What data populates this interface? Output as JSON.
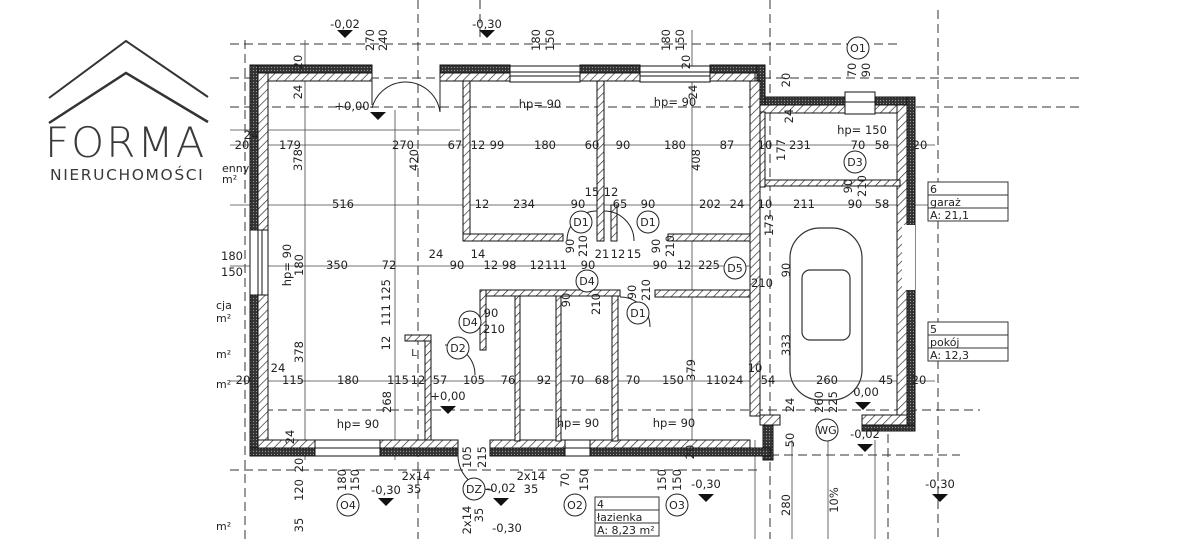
{
  "logo": {
    "brand": "FORMA",
    "subtitle": "NIERUCHOMOŚCI"
  },
  "plan": {
    "labels": [
      "20",
      "24",
      "179",
      "270",
      "67",
      "12",
      "99",
      "180",
      "60",
      "90",
      "180",
      "87",
      "10",
      "231",
      "70",
      "58",
      "20",
      "hp= 90",
      "hp= 90",
      "hp= 150",
      "20",
      "24",
      "270",
      "240",
      "180",
      "150",
      "180",
      "150",
      "20",
      "24",
      "70",
      "90",
      "20",
      "24",
      "177",
      "378",
      "420",
      "516",
      "234",
      "90",
      "15",
      "12",
      "65",
      "90",
      "202",
      "24",
      "10",
      "211",
      "90",
      "58",
      "12",
      "408",
      "173",
      "90",
      "210",
      "180",
      "150",
      "hp= 90",
      "180",
      "350",
      "72",
      "24",
      "90",
      "14",
      "12 98",
      "12",
      "111",
      "90",
      "21",
      "12",
      "15",
      "90",
      "12",
      "225",
      "210",
      "90",
      "210",
      "90",
      "210",
      "125",
      "90",
      "90",
      "210",
      "90",
      "210",
      "90",
      "210",
      "111",
      "12",
      "379",
      "333",
      "20",
      "24",
      "115",
      "180",
      "115",
      "12",
      "57",
      "105",
      "76",
      "92",
      "70",
      "68",
      "70",
      "150",
      "110",
      "24",
      "10",
      "54",
      "260",
      "45",
      "20",
      "378",
      "+0,00",
      "+0,00",
      "0,00",
      "-0,02",
      "-0,30",
      "-0,02",
      "-0,30",
      "-0,30",
      "-0,30",
      "-0,02",
      "-0,30",
      "268",
      "260",
      "225",
      "24",
      "24",
      "50",
      "hp= 90",
      "hp= 90",
      "hp= 90",
      "180",
      "150",
      "20",
      "120",
      "35",
      "2x14",
      "35",
      "105",
      "215",
      "2x14",
      "35",
      "2x14",
      "35",
      "150",
      "150",
      "150",
      "20",
      "70",
      "280",
      "10%"
    ],
    "markers": [
      "D1",
      "D1",
      "D1",
      "D4",
      "D4",
      "D5",
      "D2",
      "D3",
      "O1",
      "O2",
      "O3",
      "O4",
      "DZ",
      "WG"
    ],
    "room_boxes": [
      {
        "number": "4",
        "name": "łazienka",
        "area": "A: 8,23 m²"
      },
      {
        "number": "6",
        "name": "garaż",
        "area": "A: 21,1"
      },
      {
        "number": "5",
        "name": "pokój",
        "area": "A: 12,3"
      }
    ],
    "partial_labels": [
      "enny",
      "m²",
      "cja",
      "m²",
      "m²",
      "m²",
      "m²"
    ],
    "fixture_labels": [
      "L"
    ]
  }
}
